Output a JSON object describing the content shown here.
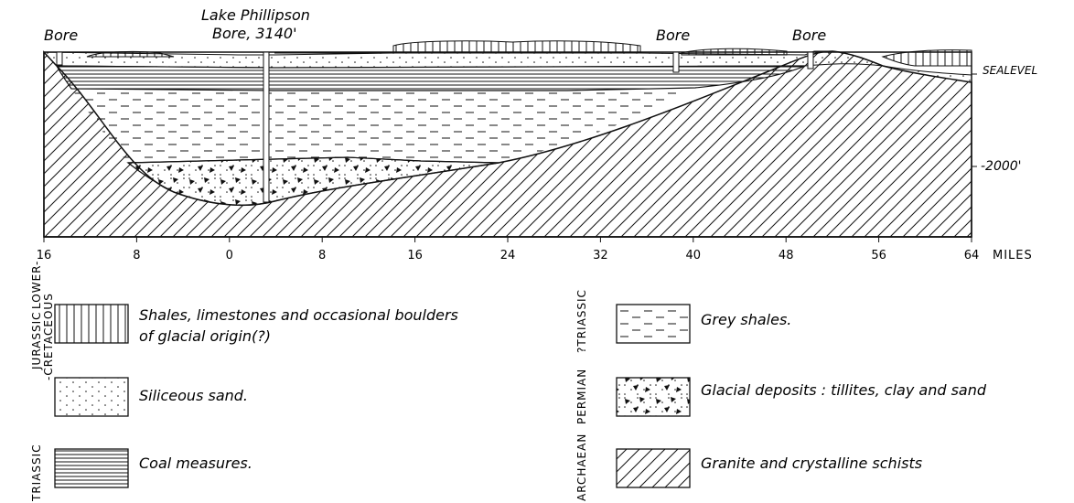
{
  "section": {
    "bores": [
      "Bore",
      "Lake Phillipson",
      "Bore, 3140'",
      "Bore",
      "Bore"
    ],
    "depth_labels": [
      "SEALEVEL",
      "-2000'"
    ],
    "axis_ticks": [
      "16",
      "8",
      "0",
      "8",
      "16",
      "24",
      "32",
      "40",
      "48",
      "56",
      "64"
    ],
    "axis_unit": "MILES"
  },
  "legend": {
    "ages": [
      "JURASSIC",
      "LOWER-",
      "-CRETACEOUS",
      "TRIASSIC",
      "?TRIASSIC",
      "PERMIAN",
      "ARCHAEAN"
    ],
    "items": [
      {
        "line1": "Shales, limestones and occasional boulders",
        "line2": "of glacial origin(?)"
      },
      {
        "line1": "Siliceous  sand."
      },
      {
        "line1": "Coal measures."
      },
      {
        "line1": "Grey shales."
      },
      {
        "line1": "Glacial deposits : tillites, clay and sand"
      },
      {
        "line1": "Granite and crystalline schists"
      }
    ]
  }
}
